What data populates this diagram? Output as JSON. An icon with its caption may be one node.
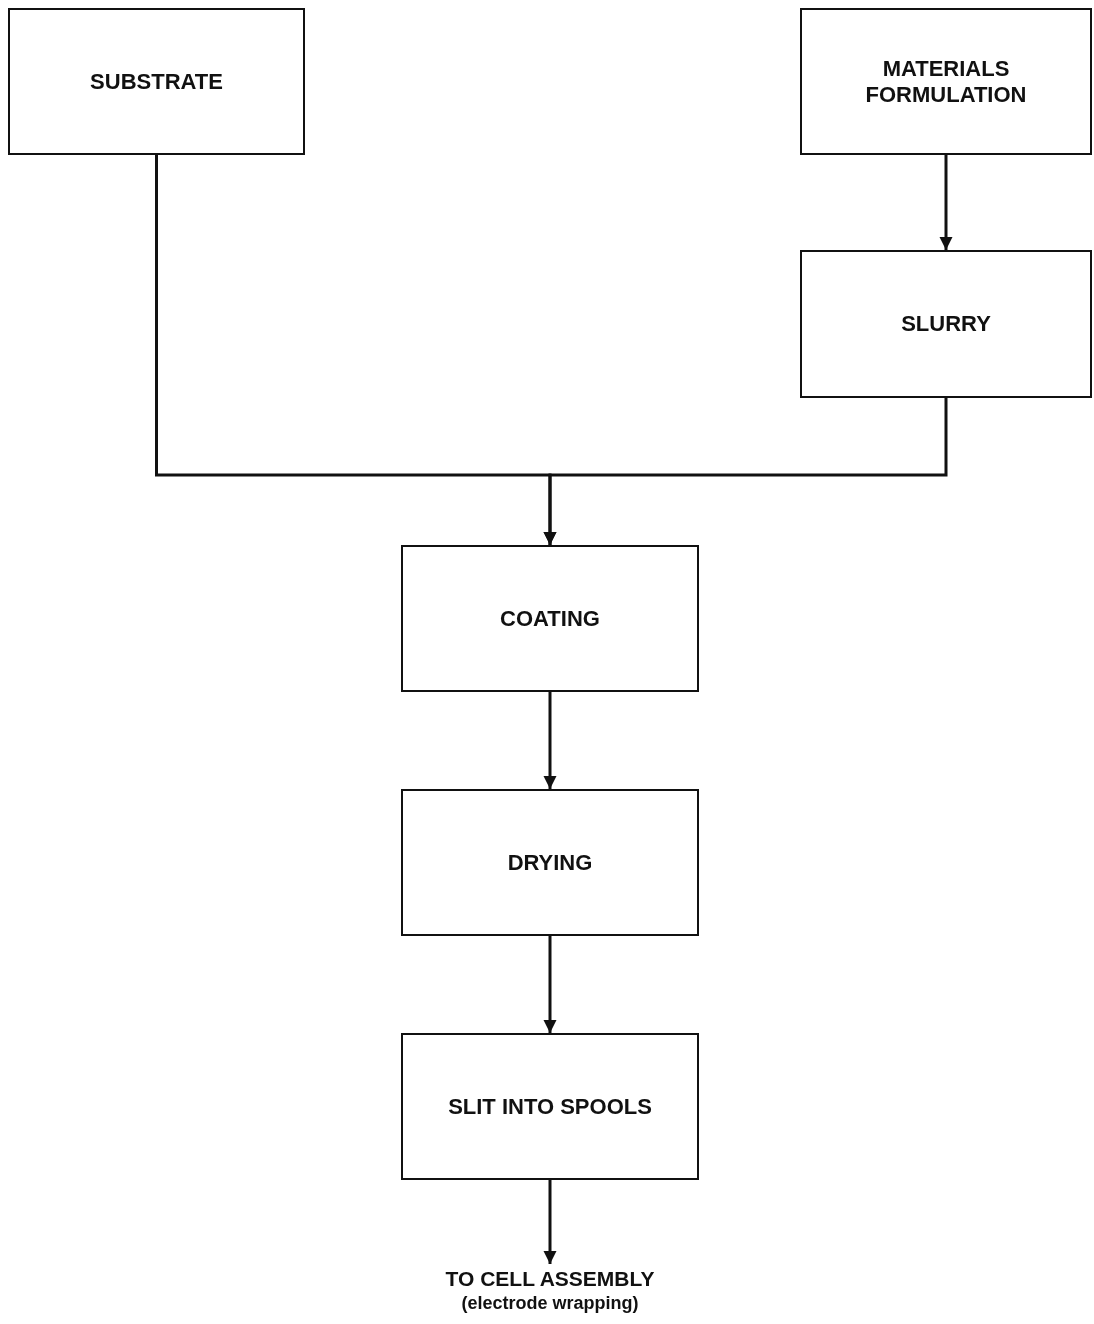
{
  "diagram": {
    "nodes": [
      {
        "text": [
          "SUBSTRATE"
        ]
      },
      {
        "text": [
          "MATERIALS FORMULATION"
        ]
      },
      {
        "text": [
          "SLURRY"
        ]
      },
      {
        "text": [
          "COATING"
        ]
      },
      {
        "text": [
          "DRYING"
        ]
      },
      {
        "text": [
          "SLIT INTO SPOOLS"
        ]
      },
      {
        "text": [
          "TO CELL ASSEMBLY",
          "(electrode wrapping)"
        ]
      }
    ],
    "edges": [
      {
        "from": 1,
        "to": 2,
        "arrow": "to"
      },
      {
        "from": 0,
        "to": 3,
        "arrow": "to"
      },
      {
        "from": 2,
        "to": 3,
        "arrow": "to"
      },
      {
        "from": 3,
        "to": 4,
        "arrow": "to"
      },
      {
        "from": 4,
        "to": 5,
        "arrow": "to"
      },
      {
        "from": 5,
        "to": 6,
        "arrow": "to"
      }
    ]
  }
}
